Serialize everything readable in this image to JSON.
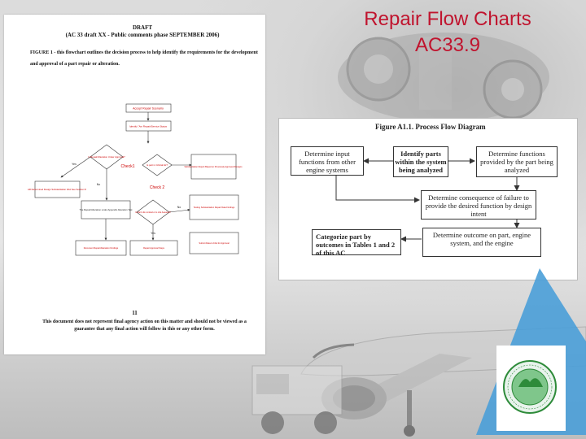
{
  "slide": {
    "title_line1": "Repair Flow Charts",
    "title_line2": "AC33.9"
  },
  "document": {
    "header_line1": "DRAFT",
    "header_line2": "(AC 33 draft XX - Public comments phase SEPTEMBER 2006)",
    "intro": "FIGURE 1 - this flowchart outlines the decision process to help identify the requirements for the development and approval of a part repair or alteration.",
    "flow": {
      "start": "Accept Repair Scenario",
      "identify": "Identify \"Am Repair/Service Status",
      "decision1": "Is Repair/Alteration Under Approval?",
      "check1": "Check1",
      "decision2": "Is part in Critical list?",
      "check2": "Check 2",
      "yes": "Yes",
      "no": "No",
      "left_box": "AR Determined Design Substantiation FAA See Section III",
      "mid_box": "The Repair/Alteration under Appendix Alteration Test",
      "decision3": "Is Part Life Limited or is Life Assured?",
      "right_top": "Substantiation Report Based on Previously Approved Designs",
      "right_mid": "Testing Substantiation Repair Data Findings",
      "bottom_left": "Document Repair/Alteration Findings",
      "bottom_mid": "Repair Approval Steps",
      "bottom_right": "Submit Data to FAA for Approval"
    },
    "page_number": "11",
    "footer": "This document does not represent final agency action on this matter and should not be viewed as a guarantee that any final action will follow in this or any other form."
  },
  "diagram": {
    "title": "Figure A1.1.  Process Flow Diagram",
    "box_input": "Determine input functions from other engine systems",
    "box_identify": "Identify parts within the system being analyzed",
    "box_functions": "Determine functions provided by the part being analyzed",
    "box_consequence": "Determine consequence of failure to provide the desired function by design intent",
    "box_categorize": "Categorize part by outcomes in Tables 1 and 2 of this AC",
    "box_outcome": "Determine outcome on part, engine system, and the engine"
  },
  "colors": {
    "title_red": "#c0142e",
    "logo_blue": "#4a9fd8",
    "logo_green": "#2e8b3a"
  },
  "icons": {
    "logo": "faa-seal-triangle-logo"
  }
}
